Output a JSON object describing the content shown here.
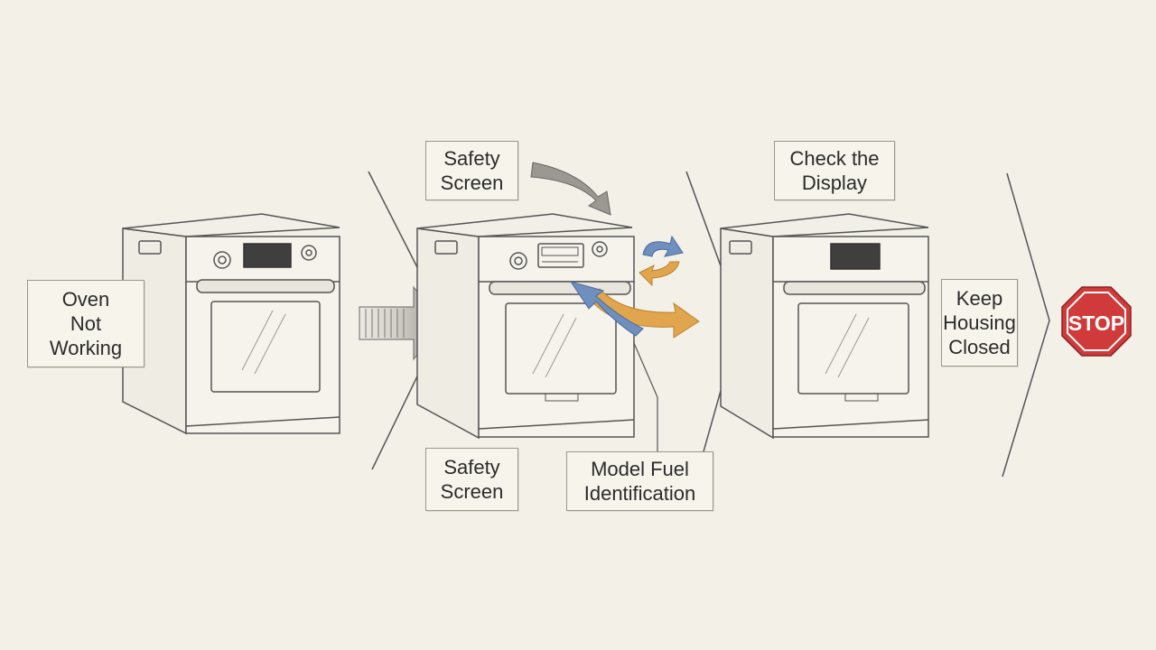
{
  "labels": {
    "oven_not_working": "Oven\nNot\nWorking",
    "safety_screen_top": "Safety\nScreen",
    "safety_screen_bottom": "Safety\nScreen",
    "model_fuel_identification": "Model Fuel\nIdentification",
    "check_the_display": "Check the\nDisplay",
    "keep_housing_closed": "Keep\nHousing\nClosed",
    "stop_sign": "STOP"
  },
  "colors": {
    "background": "#f3f0e8",
    "ink": "#555555",
    "arrow_orange": "#e0a54d",
    "arrow_blue": "#6f8fbf",
    "stop_red": "#d13a3a",
    "display_dark": "#3f3f3f"
  },
  "icons": [
    "oven-icon",
    "oven-with-display-panel-icon",
    "oven-dark-display-icon",
    "stop-sign-icon"
  ]
}
